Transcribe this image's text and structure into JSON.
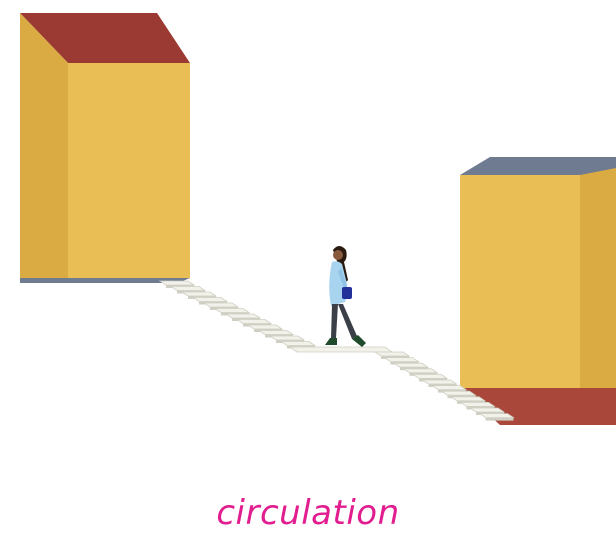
{
  "caption": {
    "text": "circulation"
  },
  "colors": {
    "background": "#ffffff",
    "caption": "#e11d8f",
    "wall_face": "#e8be55",
    "wall_side": "#d9ab42",
    "roof": "#9b3a32",
    "slab_blue": "#6e7b91",
    "floor_red": "#a8473a",
    "stair_light": "#f2f1ea",
    "stair_dark": "#cfcfc4",
    "coat": "#a8d4ef",
    "legs": "#3b4048",
    "hair": "#2a1a10",
    "skin": "#8a5a3c",
    "boots": "#1f4a2c",
    "bag": "#23329a"
  },
  "scene": {
    "left_block": "upper-left",
    "right_block": "lower-right",
    "stair_runs": 2,
    "figure": "person-walking-down"
  }
}
